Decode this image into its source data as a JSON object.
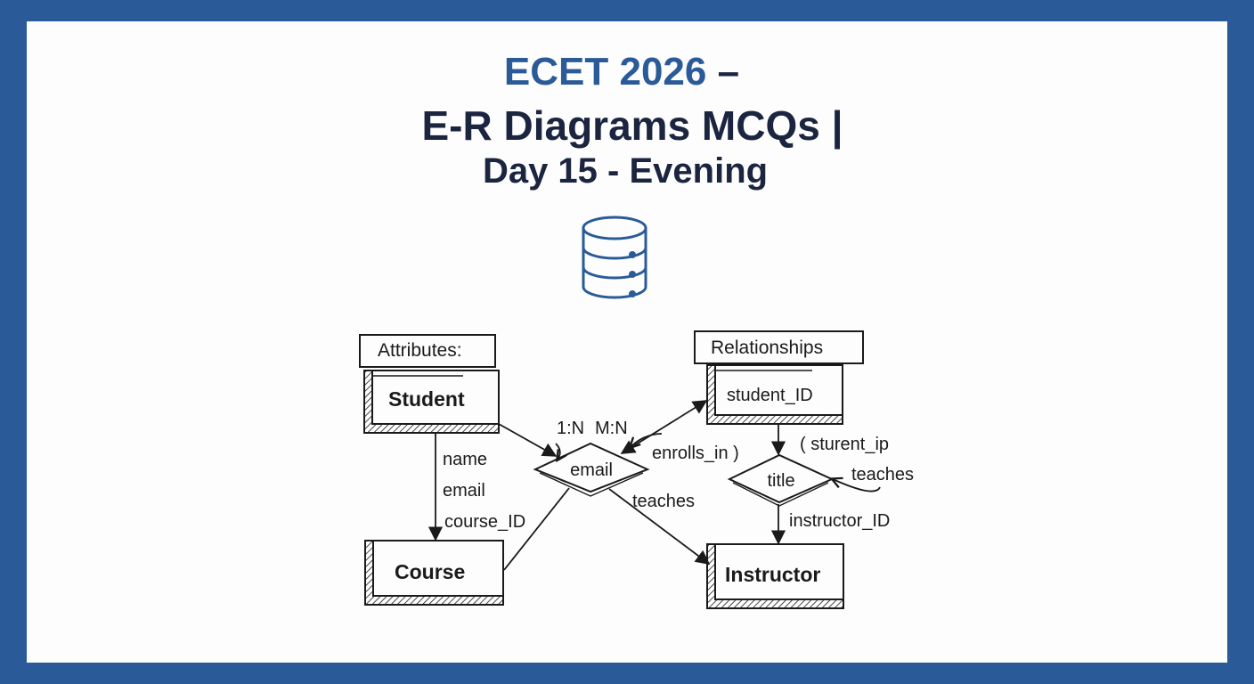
{
  "title": {
    "line1_accent": "ECET 2026",
    "line1_dash": "–",
    "line2": "E-R Diagrams MCQs |",
    "line3": "Day 15 - Evening"
  },
  "icon": "database-icon",
  "colors": {
    "border": "#2a5b98",
    "accent": "#2a5b98",
    "title_text": "#1b2540",
    "ink": "#1a1a1a"
  },
  "diagram": {
    "headers": {
      "attributes": "Attributes:",
      "relationships": "Relationships"
    },
    "entities": {
      "student": "Student",
      "course": "Course",
      "student_id_box": "student_ID",
      "instructor": "Instructor"
    },
    "relationship_diamonds": {
      "email": "email",
      "title": "title"
    },
    "labels": {
      "name": "name",
      "email": "email",
      "course_id": "course_ID",
      "cardinality_1n": "1:N",
      "cardinality_mn": "M:N",
      "enrolls_in": "enrolls_in )",
      "teaches_left": "teaches",
      "sturent_ip": "( sturent_ip",
      "teaches_right": "teaches",
      "instructor_id": "instructor_ID"
    }
  }
}
